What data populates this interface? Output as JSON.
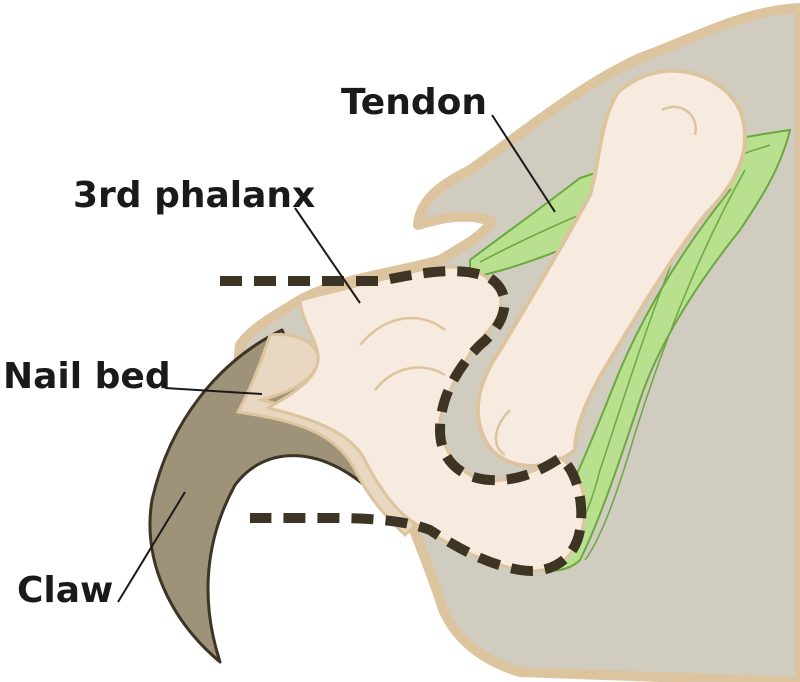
{
  "labels": {
    "tendon": "Tendon",
    "third_phalanx": "3rd phalanx",
    "nail_bed": "Nail bed",
    "claw": "Claw"
  },
  "colors": {
    "skin_outline": "#dcc49f",
    "skin_fill": "#d1ccc0",
    "bone_fill": "#f7ebdf",
    "bone_outline": "#dcc49f",
    "tendon_fill": "#b9e08f",
    "tendon_line": "#6aa840",
    "claw_fill": "#9e9278",
    "claw_outline": "#3c3426",
    "cut_line": "#3e3424",
    "text": "#1a1a1a"
  }
}
